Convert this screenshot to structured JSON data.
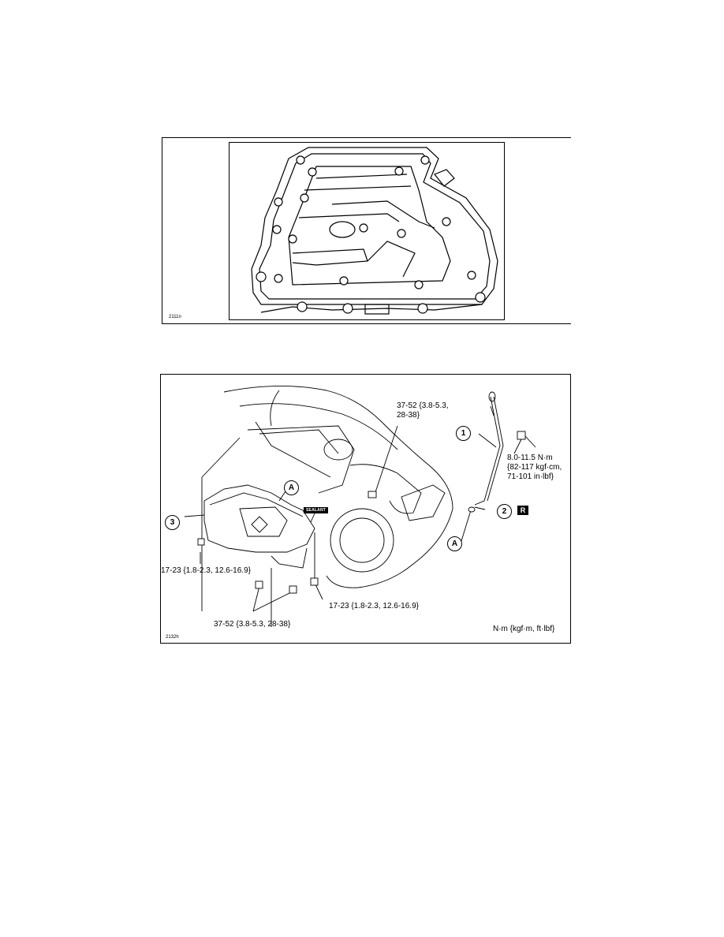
{
  "figure1": {
    "code": "2111n"
  },
  "figure2": {
    "code": "2132h",
    "unit_legend": "N·m {kgf·m, ft·lbf}",
    "sealant_label": "SEALANT",
    "callouts": {
      "c1": "1",
      "c2": "2",
      "c3": "3",
      "cA_top": "A",
      "cA_bottom": "A",
      "replace_mark": "R"
    },
    "torques": {
      "drain_top_line1": "37-52 {3.8-5.3,",
      "drain_top_line2": "28-38}",
      "dipstick_line1": "8.0-11.5 N·m",
      "dipstick_line2": "{82-117 kgf·cm,",
      "dipstick_line3": "71-101 in·lbf}",
      "left_bolt": "17-23 {1.8-2.3, 12.6-16.9}",
      "right_bolt": "17-23 {1.8-2.3, 12.6-16.9}",
      "bottom_bolts": "37-52 {3.8-5.3, 28-38}"
    }
  }
}
